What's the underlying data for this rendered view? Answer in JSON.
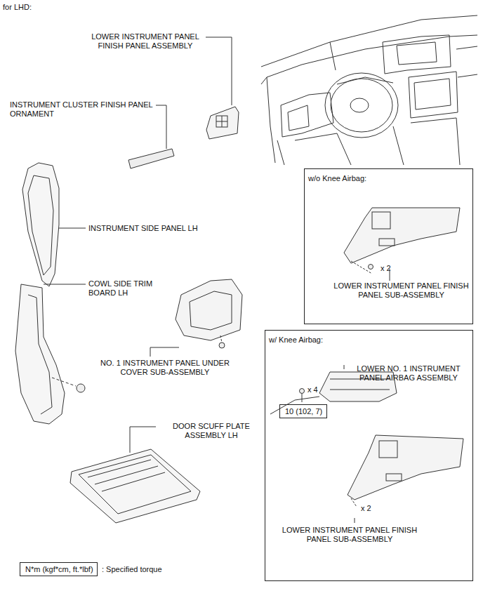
{
  "diagram": {
    "nodes": [
      {
        "text": [
          "w/o Knee Airbag:",
          "LOWER INSTRUMENT PANEL FINISH PANEL SUB-ASSEMBLY",
          "x 2"
        ]
      },
      {
        "text": [
          "w/ Knee Airbag:",
          "LOWER NO. 1 INSTRUMENT PANEL AIRBAG ASSEMBLY",
          "x 4",
          "x 2",
          "LOWER INSTRUMENT PANEL FINISH PANEL SUB-ASSEMBLY"
        ]
      },
      {
        "text": [
          "10 (102, 7)"
        ],
        "in": 1
      },
      {
        "text": [
          "N*m (kgf*cm, ft.*lbf)",
          ": Specified torque"
        ]
      }
    ],
    "labels": [
      "for LHD:",
      "LOWER INSTRUMENT PANEL FINISH PANEL ASSEMBLY",
      "INSTRUMENT CLUSTER FINISH PANEL ORNAMENT",
      "INSTRUMENT SIDE PANEL LH",
      "COWL SIDE TRIM BOARD LH",
      "NO. 1 INSTRUMENT PANEL UNDER COVER SUB-ASSEMBLY",
      "DOOR SCUFF PLATE ASSEMBLY LH"
    ]
  }
}
